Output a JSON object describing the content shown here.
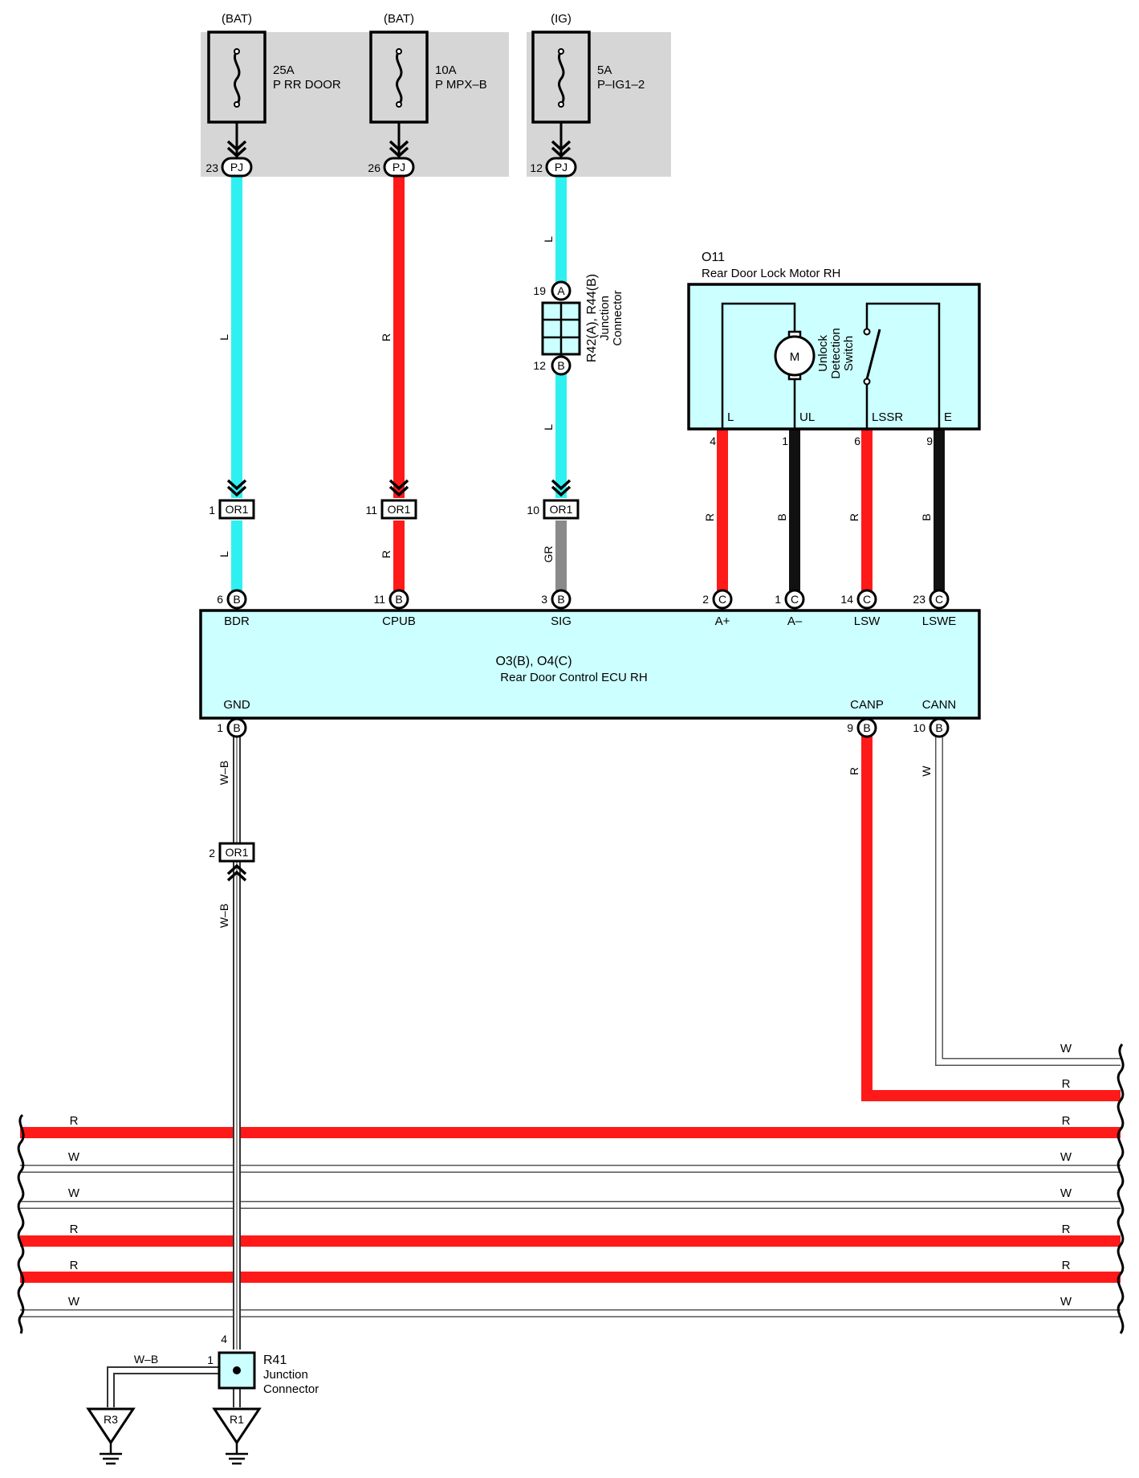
{
  "colors": {
    "L": "#2ff0f0",
    "R": "#ff1a1a",
    "B": "#111111",
    "GR": "#8a8a8a",
    "W": "#ffffff",
    "W-B": "#ffffff",
    "module_fill": "#ccffff",
    "fuse_block_fill": "#d6d6d6"
  },
  "fuses": [
    {
      "source": "(BAT)",
      "rating": "25A",
      "name": "P RR DOOR",
      "pin": "23",
      "connector": "PJ"
    },
    {
      "source": "(BAT)",
      "rating": "10A",
      "name": "P MPX–B",
      "pin": "26",
      "connector": "PJ"
    },
    {
      "source": "(IG)",
      "rating": "5A",
      "name": "P–IG1–2",
      "pin": "12",
      "connector": "PJ"
    }
  ],
  "junction_r42": {
    "title": "R42(A), R44(B)",
    "line2": "Junction",
    "line3": "Connector",
    "pin_in": "19",
    "pin_in_letter": "A",
    "pin_out": "12",
    "pin_out_letter": "B"
  },
  "motor": {
    "id": "O11",
    "name": "Rear Door Lock Motor RH",
    "motor_symbol": "M",
    "switch_l1": "Unlock",
    "switch_l2": "Detection",
    "switch_l3": "Switch",
    "terminals": [
      {
        "label": "L",
        "pin": "4",
        "wire": "R"
      },
      {
        "label": "UL",
        "pin": "1",
        "wire": "B"
      },
      {
        "label": "LSSR",
        "pin": "6",
        "wire": "R"
      },
      {
        "label": "E",
        "pin": "9",
        "wire": "B"
      }
    ]
  },
  "or1_connectors": [
    {
      "pin": "1",
      "name": "OR1"
    },
    {
      "pin": "11",
      "name": "OR1"
    },
    {
      "pin": "10",
      "name": "OR1"
    },
    {
      "pin": "2",
      "name": "OR1"
    }
  ],
  "ecu": {
    "title": "O3(B), O4(C)",
    "name": "Rear Door Control ECU RH",
    "top_terminals": [
      {
        "label": "BDR",
        "pin": "6",
        "letter": "B",
        "wire": "L"
      },
      {
        "label": "CPUB",
        "pin": "11",
        "letter": "B",
        "wire": "R"
      },
      {
        "label": "SIG",
        "pin": "3",
        "letter": "B",
        "wire": "GR"
      },
      {
        "label": "A+",
        "pin": "2",
        "letter": "C",
        "wire": "R"
      },
      {
        "label": "A–",
        "pin": "1",
        "letter": "C",
        "wire": "B"
      },
      {
        "label": "LSW",
        "pin": "14",
        "letter": "C",
        "wire": "R"
      },
      {
        "label": "LSWE",
        "pin": "23",
        "letter": "C",
        "wire": "B"
      }
    ],
    "bottom_terminals": [
      {
        "label": "GND",
        "pin": "1",
        "letter": "B",
        "wire": "W–B"
      },
      {
        "label": "CANP",
        "pin": "9",
        "letter": "B",
        "wire": "R"
      },
      {
        "label": "CANN",
        "pin": "10",
        "letter": "B",
        "wire": "W"
      }
    ]
  },
  "upper_wire_labels": {
    "w1": "L",
    "w2": "R",
    "w3": "L",
    "w3b": "L",
    "w1b": "L",
    "w2b": "R",
    "w3c": "GR",
    "gnd_a": "W–B",
    "gnd_b": "W–B",
    "canp": "R",
    "cann": "W"
  },
  "bus_right": [
    {
      "label": "W"
    },
    {
      "label": "R"
    }
  ],
  "bus_lines": [
    {
      "label": "R",
      "wire": "R"
    },
    {
      "label": "W",
      "wire": "W"
    },
    {
      "label": "W",
      "wire": "W"
    },
    {
      "label": "R",
      "wire": "R"
    },
    {
      "label": "R",
      "wire": "R"
    },
    {
      "label": "W",
      "wire": "W"
    }
  ],
  "junction_r41": {
    "id": "R41",
    "line2": "Junction",
    "line3": "Connector",
    "pin_top": "4",
    "pin_left": "1",
    "wire_left": "W–B"
  },
  "grounds": [
    {
      "name": "R3"
    },
    {
      "name": "R1"
    }
  ]
}
